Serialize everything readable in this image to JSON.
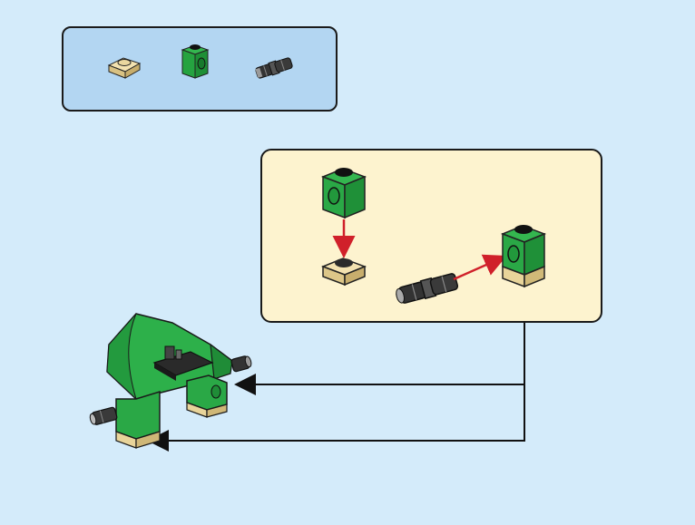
{
  "page": {
    "background_color": "#d4ebfa",
    "parts_panel_color": "#b3d6f2",
    "subassembly_panel_color": "#fdf3cf",
    "accent_arrow_color": "#d0202a"
  },
  "parts_list": [
    {
      "name": "tan-plate-1x1-round",
      "color": "#e8d49a",
      "qty": ""
    },
    {
      "name": "green-technic-brick-1x1",
      "color": "#27a845",
      "qty": ""
    },
    {
      "name": "black-gray-technic-pin",
      "color": "#2a2a2a",
      "qty": ""
    }
  ],
  "icons": {
    "plate": "tan-plate-icon",
    "brick": "green-brick-icon",
    "pin": "technic-pin-icon",
    "model": "green-model-icon"
  }
}
